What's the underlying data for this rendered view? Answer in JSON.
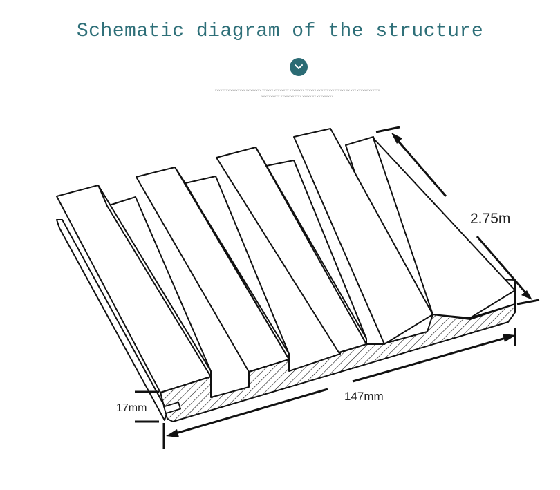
{
  "header": {
    "title": "Schematic diagram of the structure",
    "fine_print_line1": "XXXXXXXX XXXXXXXX XX XXXXXX XXXXXX XXXXXXXX XXXXXXXX XXXXXX XX XXXXXXXXXXXXX XX XXX XXXXXX XXXXXX",
    "fine_print_line2": "XXXXXXXXXX XXXXX XXXXXX XXXXX XX XXXXXXXXX"
  },
  "icons": {
    "expand": "chevron-down-icon"
  },
  "colors": {
    "title": "#2e6f78",
    "button": "#2b6b74",
    "line": "#111111"
  },
  "dimensions": {
    "length": "2.75m",
    "width": "147mm",
    "thickness": "17mm"
  }
}
